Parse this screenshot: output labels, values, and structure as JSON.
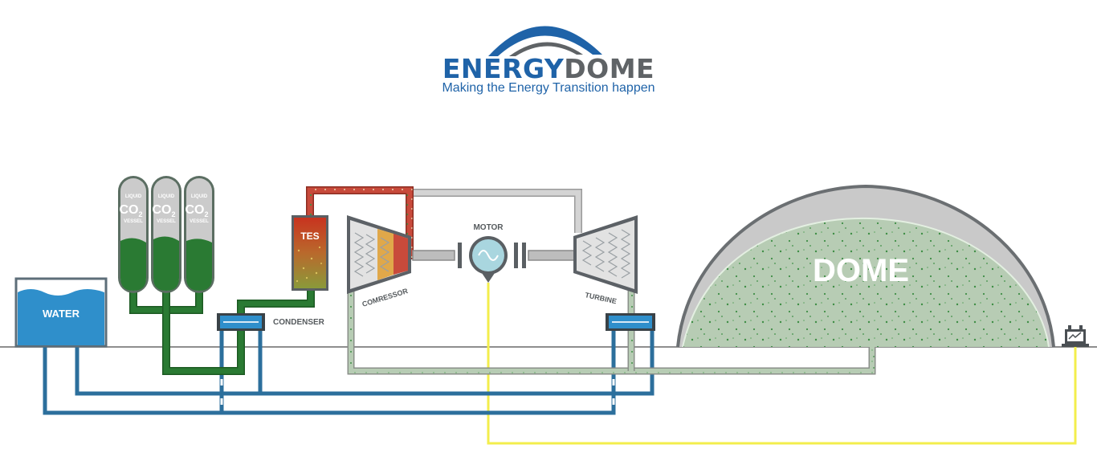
{
  "brand": {
    "name_part1": "ENERGY",
    "name_part2": "DOME",
    "tagline": "Making the Energy Transition happen"
  },
  "labels": {
    "water": "WATER",
    "vessel_liquid": "LIQUID",
    "vessel_co": "CO",
    "vessel_sub": "2",
    "vessel_vessel": "VESSEL",
    "tes": "TES",
    "condenser": "CONDENSER",
    "compressor": "COMRESSOR",
    "motor": "MOTOR",
    "turbine": "TURBINE",
    "dome": "DOME"
  },
  "colors": {
    "brand_blue": "#1f63a8",
    "brand_grey": "#5f6366",
    "water": "#2f8fcb",
    "water_pipe": "#2c6f9c",
    "co2_liquid": "#2a7a33",
    "co2_gas": "#b7ccb4",
    "hot_pipe": "#c84a3b",
    "grey_pipe": "#cbcbcb",
    "dome_shell": "#c9c9c9",
    "power_line": "#f3ee4c"
  },
  "icons": {
    "motor": "sine-wave-icon",
    "grid": "power-grid-icon"
  }
}
